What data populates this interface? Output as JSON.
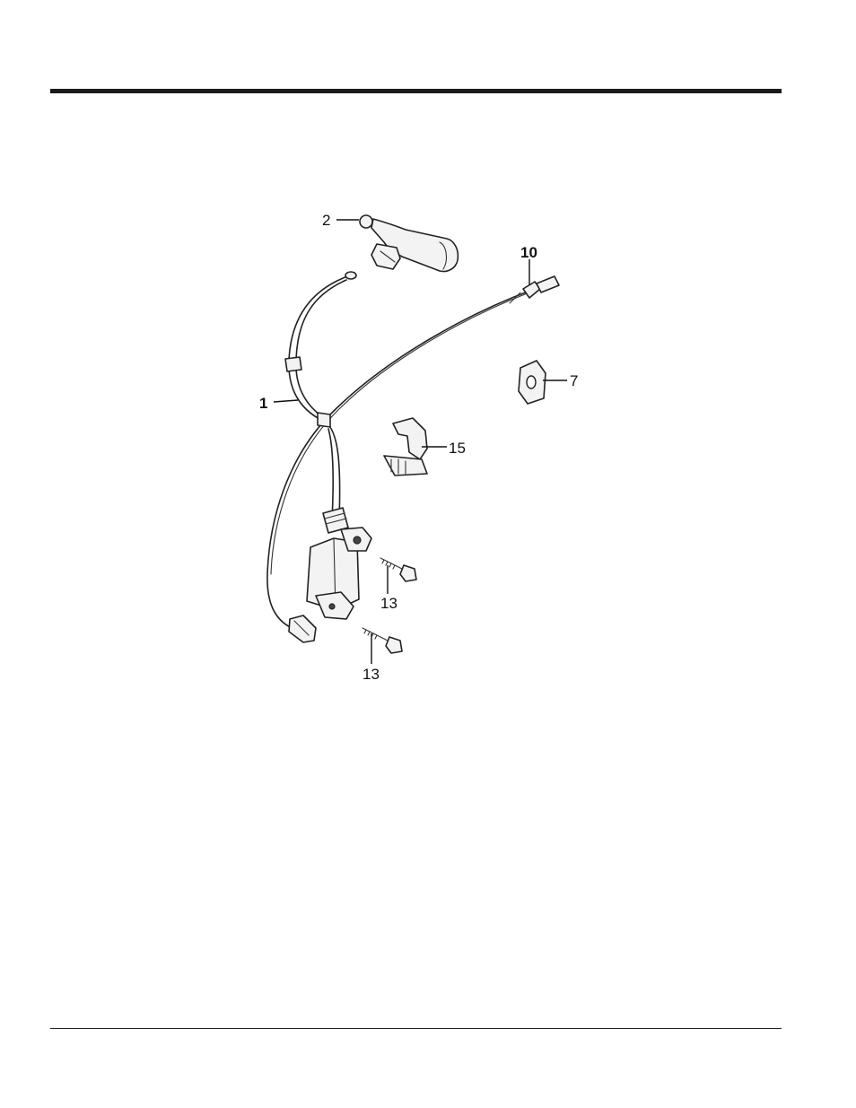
{
  "diagram": {
    "callouts": [
      {
        "id": "1",
        "label": "1"
      },
      {
        "id": "2",
        "label": "2"
      },
      {
        "id": "7",
        "label": "7"
      },
      {
        "id": "10",
        "label": "10"
      },
      {
        "id": "13a",
        "label": "13"
      },
      {
        "id": "13b",
        "label": "13"
      },
      {
        "id": "15",
        "label": "15"
      }
    ]
  }
}
